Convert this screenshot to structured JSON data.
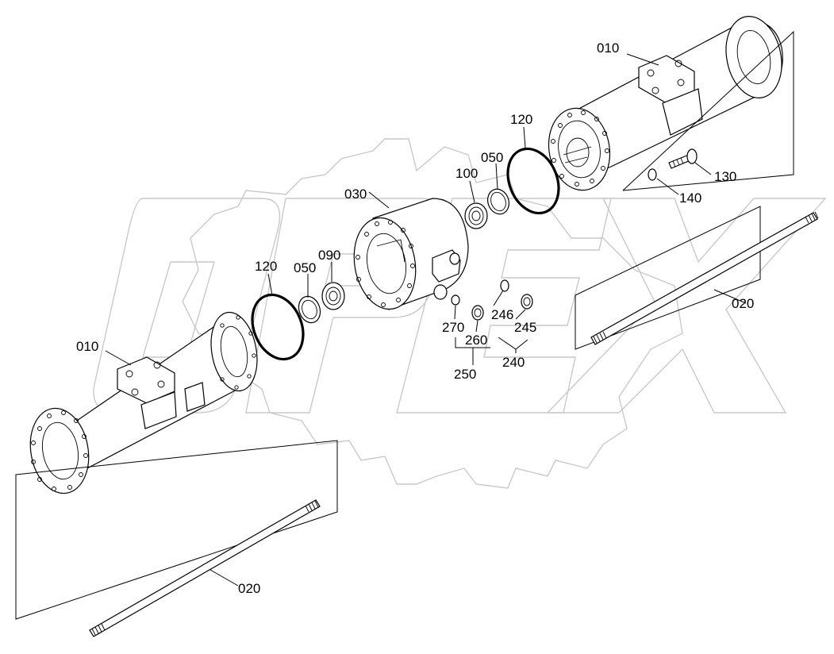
{
  "diagram": {
    "watermark": "OPEX",
    "corner_mark": "",
    "labels": {
      "housing_right": "010",
      "housing_left": "010",
      "shaft_right": "020",
      "shaft_left": "020",
      "center_housing": "030",
      "oring_050_left": "050",
      "oring_050_right": "050",
      "bearing_090": "090",
      "bearing_100": "100",
      "oring_120_left": "120",
      "oring_120_right": "120",
      "bolt_130": "130",
      "washer_140": "140",
      "group_240": "240",
      "plug_245": "245",
      "oring_246": "246",
      "group_250": "250",
      "plug_260": "260",
      "oring_270": "270"
    }
  }
}
